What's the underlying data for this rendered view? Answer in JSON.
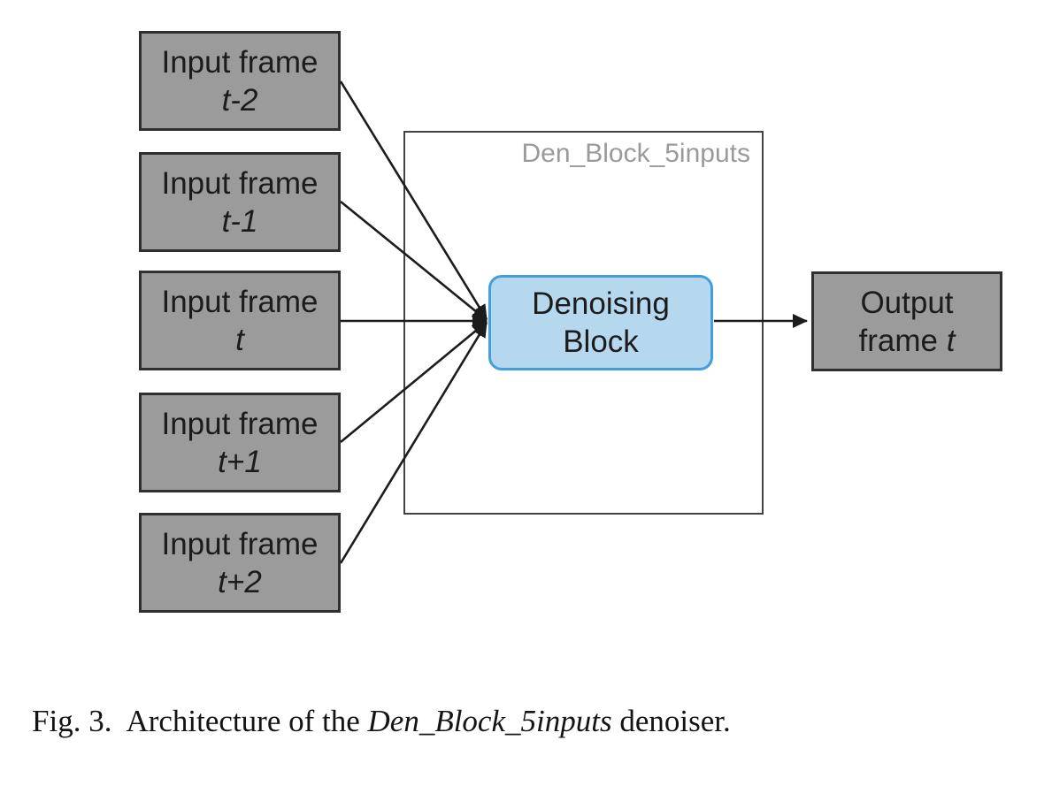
{
  "figure": {
    "caption": {
      "label": "Fig. 3.",
      "text_before": "Architecture of the ",
      "italic_term": "Den_Block_5inputs",
      "text_after": " denoiser."
    }
  },
  "diagram": {
    "container_label": "Den_Block_5inputs",
    "input_boxes": [
      {
        "line1": "Input frame",
        "line2": "t-2"
      },
      {
        "line1": "Input frame",
        "line2": "t-1"
      },
      {
        "line1": "Input frame",
        "line2": "t"
      },
      {
        "line1": "Input frame",
        "line2": "t+1"
      },
      {
        "line1": "Input frame",
        "line2": "t+2"
      }
    ],
    "denoising_block": {
      "line1": "Denoising",
      "line2": "Block"
    },
    "output_box": {
      "line1": "Output",
      "line2_prefix": "frame ",
      "line2_italic": "t"
    }
  },
  "colors": {
    "box_fill": "#9b9b9b",
    "box_border": "#2f2f2f",
    "box_text": "#1c1c1c",
    "container_border": "#424242",
    "container_label_color": "#9a9a9a",
    "denoise_fill": "#b5d8ee",
    "denoise_border": "#41a0dc",
    "arrow_color": "#1c1c1c",
    "caption_color": "#141414"
  }
}
